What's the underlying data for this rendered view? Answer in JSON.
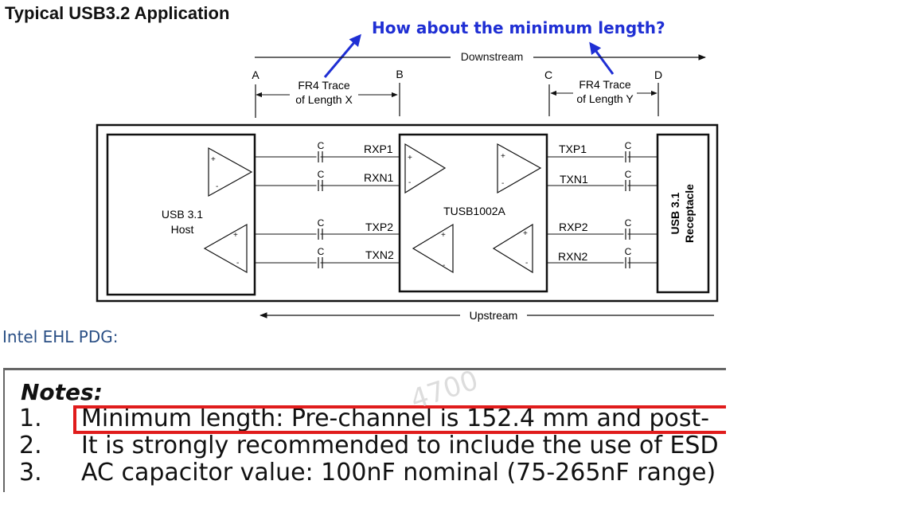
{
  "title": "Typical USB3.2 Application",
  "question": "How about the minimum length?",
  "diagram": {
    "downstream": "Downstream",
    "upstream": "Upstream",
    "points": [
      "A",
      "B",
      "C",
      "D"
    ],
    "trace_x": [
      "FR4 Trace",
      "of Length X"
    ],
    "trace_y": [
      "FR4 Trace",
      "of Length Y"
    ],
    "host": [
      "USB 3.1",
      "Host"
    ],
    "redriver": "TUSB1002A",
    "receptacle": [
      "USB 3.1",
      "Receptacle"
    ],
    "cap_label": "C",
    "left_signals": [
      "RXP1",
      "RXN1",
      "TXP2",
      "TXN2"
    ],
    "right_signals": [
      "TXP1",
      "TXN1",
      "RXP2",
      "RXN2"
    ],
    "plus": "+",
    "minus": "-"
  },
  "intel_label": "Intel EHL PDG:",
  "notes": {
    "title": "Notes:",
    "items": [
      {
        "num": "1.",
        "text": "Minimum length: Pre-channel is 152.4 mm and post-"
      },
      {
        "num": "2.",
        "text": "It is strongly recommended to include the use of ESD"
      },
      {
        "num": "3.",
        "text": "AC capacitor value: 100nF nominal (75-265nF range)"
      }
    ],
    "watermark": "4700"
  },
  "colors": {
    "question": "#1f2fd4",
    "highlight": "#e01c1c",
    "intel_label": "#2a4f85"
  }
}
